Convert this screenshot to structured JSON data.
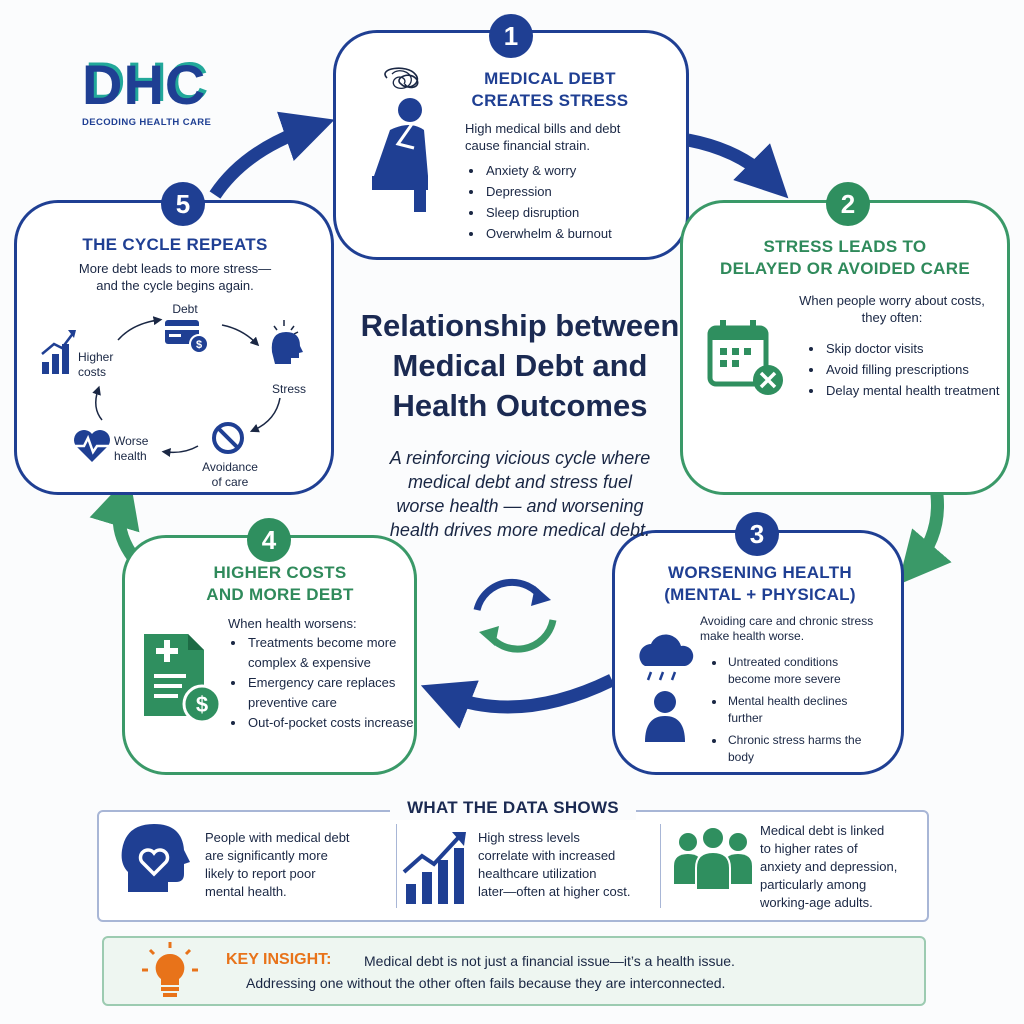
{
  "logo": {
    "letters": "DHC",
    "tagline": "DECODING HEALTH CARE"
  },
  "center": {
    "title_lines": [
      "Relationship between",
      "Medical Debt and",
      "Health Outcomes"
    ],
    "subtitle_lines": [
      "A reinforcing vicious cycle where",
      "medical debt and stress fuel",
      "worse health — and worsening",
      "health drives more medical debt."
    ],
    "cycle_icon": "refresh-cycle-icon"
  },
  "steps": [
    {
      "number": "1",
      "title_lines": [
        "MEDICAL DEBT",
        "CREATES STRESS"
      ],
      "text_lines": [
        "High medical bills and debt",
        "cause financial strain."
      ],
      "bullets": [
        "Anxiety & worry",
        "Depression",
        "Sleep disruption",
        "Overwhelm & burnout"
      ],
      "icon": "stressed-person-icon"
    },
    {
      "number": "2",
      "title_lines": [
        "STRESS LEADS TO",
        "DELAYED OR AVOIDED CARE"
      ],
      "text_lines": [
        "When people worry about costs,",
        "they often:"
      ],
      "bullets": [
        "Skip doctor visits",
        "Avoid filling prescriptions",
        "Delay mental health treatment"
      ],
      "icon": "calendar-cancel-icon"
    },
    {
      "number": "3",
      "title_lines": [
        "WORSENING HEALTH",
        "(MENTAL + PHYSICAL)"
      ],
      "text_lines": [
        "Avoiding care and chronic stress",
        "make health worse."
      ],
      "bullets": [
        "Untreated conditions become more severe",
        "Mental health declines further",
        "Chronic stress harms the body"
      ],
      "icon": "rain-cloud-person-icon"
    },
    {
      "number": "4",
      "title_lines": [
        "HIGHER COSTS",
        "AND MORE DEBT"
      ],
      "text_lines": [
        "When health worsens:"
      ],
      "bullets": [
        "Treatments become more complex & expensive",
        "Emergency care replaces preventive care",
        "Out-of-pocket costs increase"
      ],
      "icon": "medical-bill-dollar-icon"
    },
    {
      "number": "5",
      "title_lines": [
        "THE CYCLE REPEATS"
      ],
      "text_lines": [
        "More debt leads to more stress—",
        "and the cycle begins again."
      ],
      "mini_cycle": {
        "debt": "Debt",
        "stress": "Stress",
        "avoidance_lines": [
          "Avoidance",
          "of care"
        ],
        "worse_lines": [
          "Worse",
          "health"
        ],
        "higher_lines": [
          "Higher",
          "costs"
        ]
      }
    }
  ],
  "data_section": {
    "title": "WHAT THE DATA SHOWS",
    "items": [
      {
        "icon": "head-heart-icon",
        "lines": [
          "People with medical debt",
          "are significantly more",
          "likely to report poor",
          "mental health."
        ]
      },
      {
        "icon": "rising-bar-chart-icon",
        "lines": [
          "High stress levels",
          "correlate with increased",
          "healthcare utilization",
          "later—often at higher cost."
        ]
      },
      {
        "icon": "people-group-icon",
        "lines": [
          "Medical debt is linked",
          "to higher rates of",
          "anxiety and depression,",
          "particularly among",
          "working-age adults."
        ]
      }
    ]
  },
  "insight": {
    "label": "KEY INSIGHT:",
    "line1": "Medical debt is not just a financial issue—it’s a health issue.",
    "line2": "Addressing one without the other often fails because they are interconnected."
  },
  "colors": {
    "blue": "#1f3f93",
    "green": "#2f8f5f",
    "orange": "#e8731a",
    "teal": "#22a89a"
  }
}
